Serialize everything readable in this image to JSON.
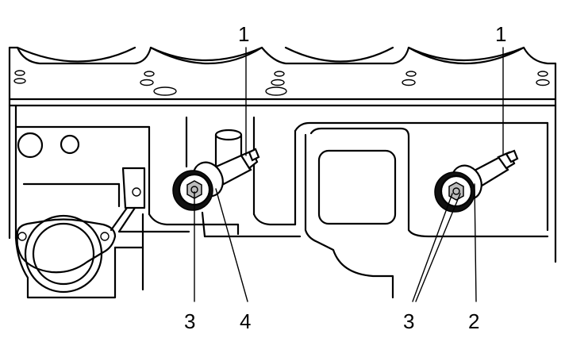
{
  "callouts": [
    {
      "id": "label-1-left",
      "text": "1"
    },
    {
      "id": "label-1-right",
      "text": "1"
    },
    {
      "id": "label-3-left",
      "text": "3"
    },
    {
      "id": "label-4",
      "text": "4"
    },
    {
      "id": "label-3-right",
      "text": "3"
    },
    {
      "id": "label-2",
      "text": "2"
    }
  ]
}
